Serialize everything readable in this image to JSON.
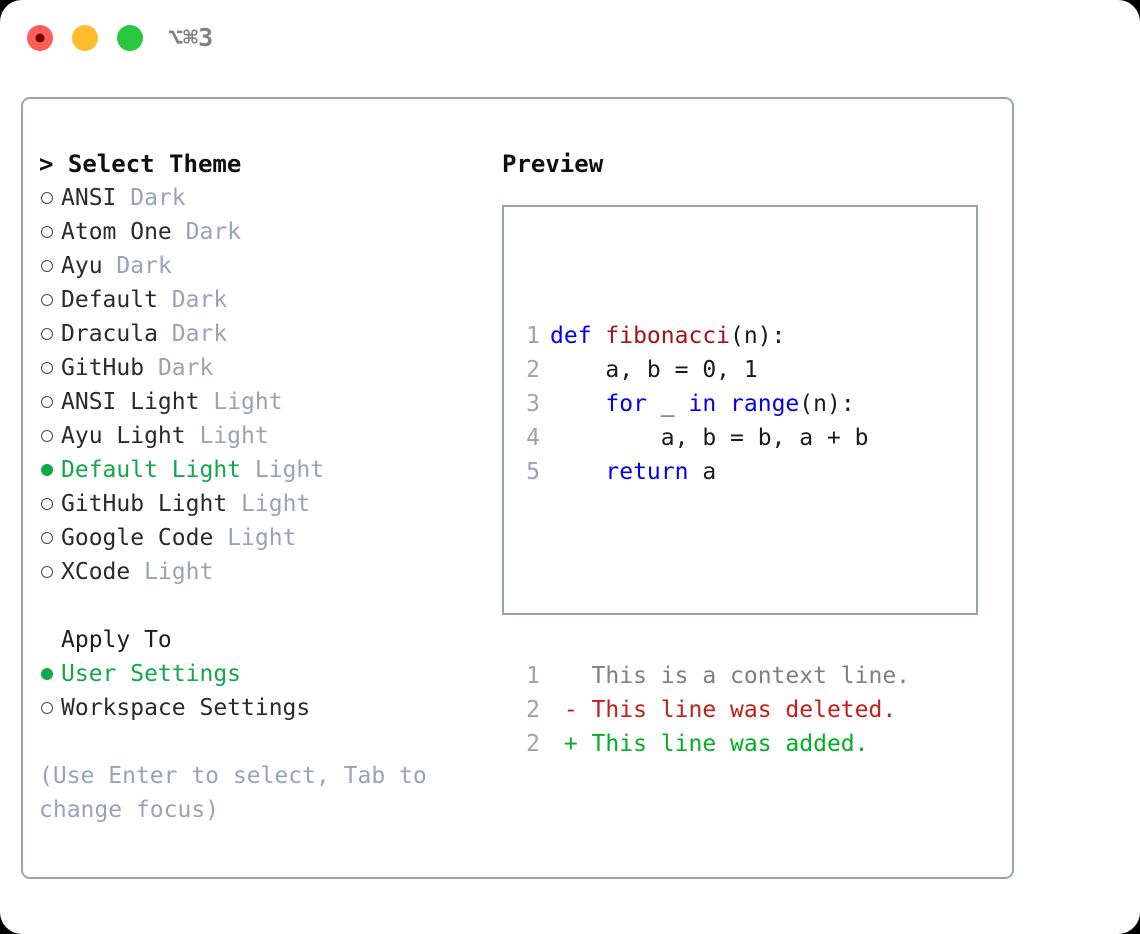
{
  "titlebar": {
    "shortcut": "⌥⌘3",
    "buttons": [
      {
        "name": "close",
        "color": "#ff5f57"
      },
      {
        "name": "minimize",
        "color": "#ffbd2e"
      },
      {
        "name": "maximize",
        "color": "#28c840"
      }
    ]
  },
  "theme_picker": {
    "title": "> Select Theme",
    "items": [
      {
        "name": "ANSI",
        "kind": "Dark",
        "selected": false
      },
      {
        "name": "Atom One",
        "kind": "Dark",
        "selected": false
      },
      {
        "name": "Ayu",
        "kind": "Dark",
        "selected": false
      },
      {
        "name": "Default",
        "kind": "Dark",
        "selected": false
      },
      {
        "name": "Dracula",
        "kind": "Dark",
        "selected": false
      },
      {
        "name": "GitHub",
        "kind": "Dark",
        "selected": false
      },
      {
        "name": "ANSI Light",
        "kind": "Light",
        "selected": false
      },
      {
        "name": "Ayu Light",
        "kind": "Light",
        "selected": false
      },
      {
        "name": "Default Light",
        "kind": "Light",
        "selected": true
      },
      {
        "name": "GitHub Light",
        "kind": "Light",
        "selected": false
      },
      {
        "name": "Google Code",
        "kind": "Light",
        "selected": false
      },
      {
        "name": "XCode",
        "kind": "Light",
        "selected": false
      }
    ]
  },
  "apply_to": {
    "label": "Apply To",
    "options": [
      {
        "name": "User Settings",
        "selected": true
      },
      {
        "name": "Workspace Settings",
        "selected": false
      }
    ]
  },
  "hint": "(Use Enter to select, Tab to change focus)",
  "preview": {
    "title": "Preview",
    "code_lines": [
      {
        "no": "1",
        "segments": [
          {
            "text": "def ",
            "cls": "tok-kw"
          },
          {
            "text": "fibonacci",
            "cls": "tok-fn"
          },
          {
            "text": "(n):",
            "cls": "tok-plain"
          }
        ]
      },
      {
        "no": "2",
        "segments": [
          {
            "text": "    a, b = 0, 1",
            "cls": "tok-plain"
          }
        ]
      },
      {
        "no": "3",
        "segments": [
          {
            "text": "    ",
            "cls": "tok-plain"
          },
          {
            "text": "for",
            "cls": "tok-kw"
          },
          {
            "text": " _ ",
            "cls": "tok-plain"
          },
          {
            "text": "in",
            "cls": "tok-kw"
          },
          {
            "text": " ",
            "cls": "tok-plain"
          },
          {
            "text": "range",
            "cls": "tok-kw"
          },
          {
            "text": "(n):",
            "cls": "tok-plain"
          }
        ]
      },
      {
        "no": "4",
        "segments": [
          {
            "text": "        a, b = b, a + b",
            "cls": "tok-plain"
          }
        ]
      },
      {
        "no": "5",
        "segments": [
          {
            "text": "    ",
            "cls": "tok-plain"
          },
          {
            "text": "return",
            "cls": "tok-kw"
          },
          {
            "text": " a",
            "cls": "tok-plain"
          }
        ]
      }
    ],
    "diff_lines": [
      {
        "no": "1",
        "marker": " ",
        "text": " This is a context line.",
        "cls": "diff-ctx"
      },
      {
        "no": "2",
        "marker": "-",
        "text": " This line was deleted.",
        "cls": "diff-del"
      },
      {
        "no": "2",
        "marker": "+",
        "text": " This line was added.",
        "cls": "diff-add"
      }
    ]
  },
  "colors": {
    "accent_green": "#11a84a",
    "border": "#9aa3b5",
    "muted_text": "#9aa3b5",
    "keyword_blue": "#0000ee",
    "function_red": "#a31515",
    "diff_delete": "#c0201a",
    "diff_add": "#00b020"
  }
}
